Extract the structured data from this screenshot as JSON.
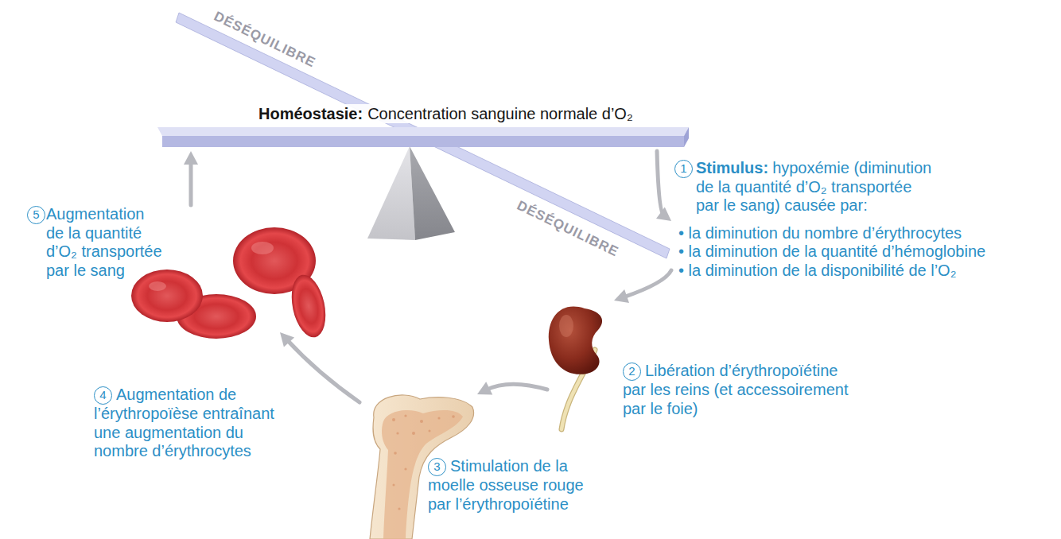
{
  "diagram": {
    "nodes": [
      {
        "text": [
          "Homéostasie:",
          "Concentration sanguine normale d’O₂"
        ]
      },
      {
        "text": [
          "1",
          "Stimulus:",
          "hypoxémie (diminution de la quantité d’O₂ transportée par le sang) causée par:",
          "• la diminution du nombre d’érythrocytes",
          "• la diminution de la quantité d’hémoglobine",
          "• la diminution de la disponibilité de l’O₂"
        ]
      },
      {
        "text": [
          "2",
          "Libération d’érythropoïétine par les reins (et accessoirement par le foie)"
        ]
      },
      {
        "text": [
          "3",
          "Stimulation de la moelle osseuse rouge par l’érythropoïétine"
        ]
      },
      {
        "text": [
          "4",
          "Augmentation de l’érythropoïèse entraînant une augmentation du nombre d’érythrocytes"
        ]
      },
      {
        "text": [
          "5",
          "Augmentation de la quantité d’O₂ transportée par le sang"
        ]
      }
    ],
    "edges": [
      {
        "from": 0,
        "to": 1,
        "arrow": "to"
      },
      {
        "from": 1,
        "to": 2,
        "arrow": "to"
      },
      {
        "from": 2,
        "to": 3,
        "arrow": "to"
      },
      {
        "from": 3,
        "to": 5,
        "arrow": "to"
      },
      {
        "from": 5,
        "to": 0,
        "arrow": "to"
      }
    ],
    "labels": [
      "DÉSÉQUILIBRE",
      "DÉSÉQUILIBRE"
    ]
  }
}
